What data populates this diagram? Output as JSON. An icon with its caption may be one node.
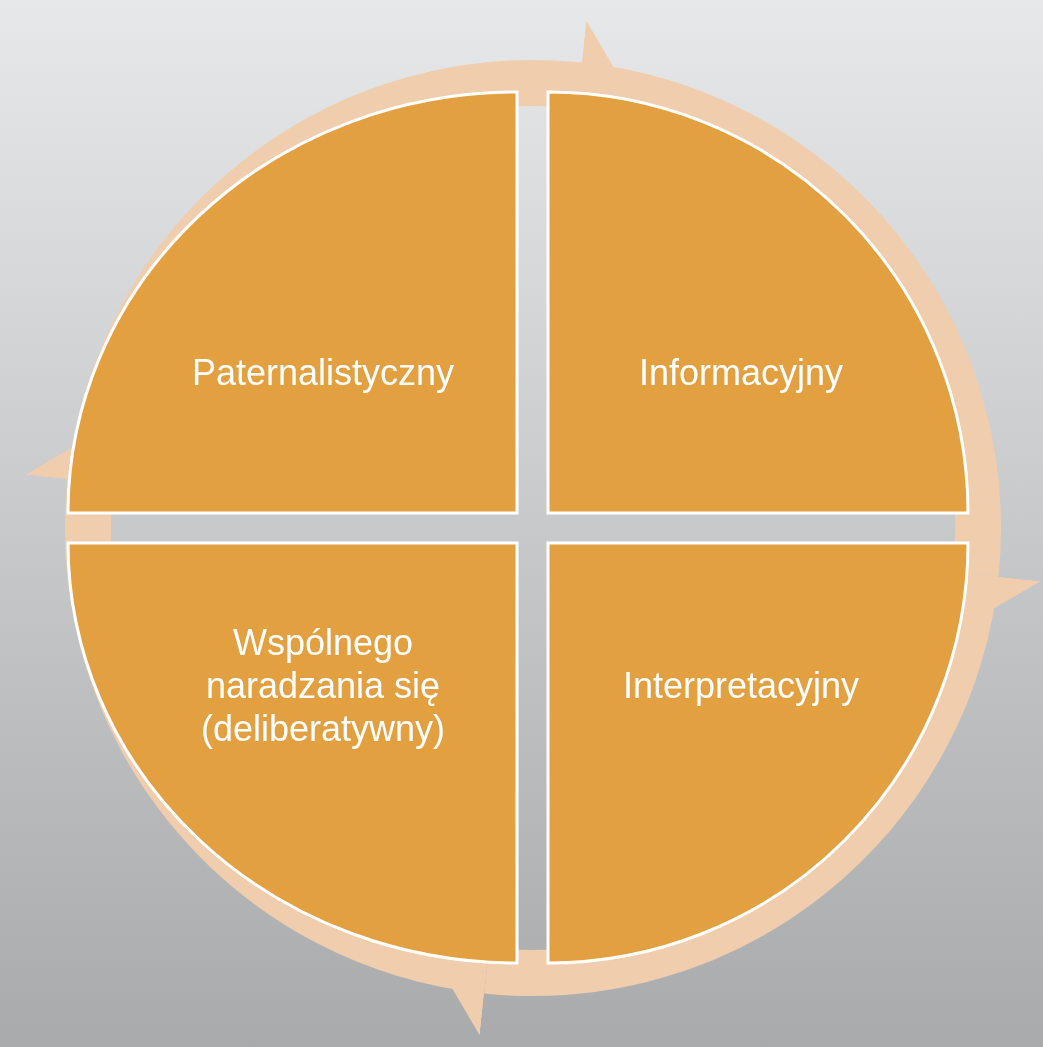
{
  "diagram": {
    "nodes": [
      {
        "text": [
          "Paternalistyczny"
        ]
      },
      {
        "text": [
          "Informacyjny"
        ]
      },
      {
        "text": [
          "Interpretacyjny"
        ]
      },
      {
        "text": [
          "Wspólnego naradzania się (deliberatywny)"
        ]
      }
    ],
    "edges": [
      {
        "from": 0,
        "to": 1,
        "arrow": "to"
      },
      {
        "from": 1,
        "to": 2,
        "arrow": "to"
      },
      {
        "from": 2,
        "to": 3,
        "arrow": "to"
      },
      {
        "from": 3,
        "to": 0,
        "arrow": "to"
      }
    ]
  }
}
